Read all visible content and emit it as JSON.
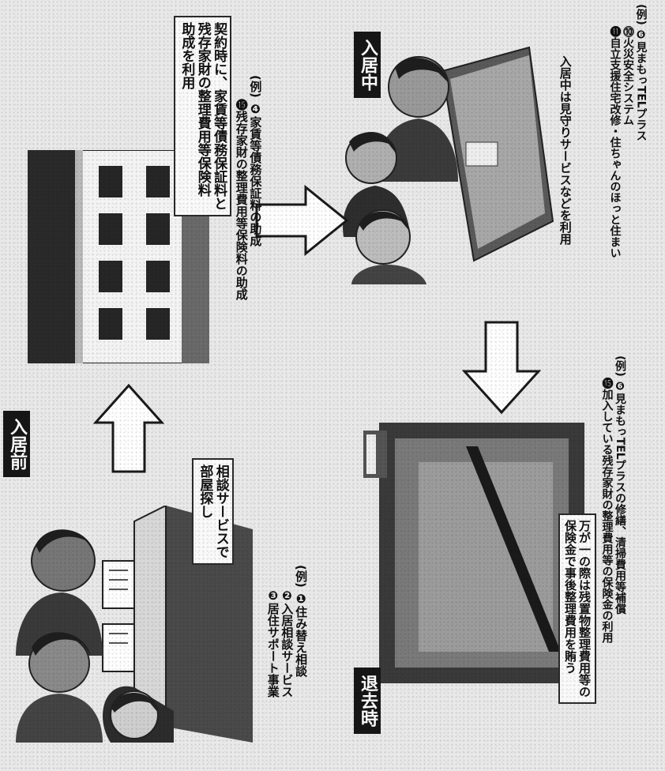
{
  "stages": {
    "before": "入居前",
    "during": "入居中",
    "moveout": "退去時"
  },
  "panel_consult": {
    "box_note": "相談サービスで\n部屋探し",
    "example": "(例) ❶住み替え相談\n　　❷入居相談サービス\n　　❸居住サポート事業"
  },
  "panel_contract": {
    "box_note": "契約時に、家賃等債務保証料と\n残存家財の整理費用等保険料\n助成を利用",
    "example": "(例) ❹家賃等債務保証料の助成\n　　⓯残存家財の整理費用等保険料の助成"
  },
  "panel_living": {
    "note": "入居中は見守りサービスなどを利用",
    "example": "(例) ❻見まもっTELプラス\n　　⓾火災安全システム\n　　⓫自立支援住宅改修・住ちゃんのほっと住まい"
  },
  "panel_moveout": {
    "box_note": "万が一の際は残置物整理費用等の\n保険金で事後整理費用を賄う",
    "example": "(例) ❻見まもっTELプラスの修繕、清掃費用等補償\n　　⓯加入している残存家財の整理費用等の保険金の利用"
  },
  "colors": {
    "background": "#e9e9e9",
    "tag_fill": "#161616",
    "arrow_fill": "#ffffff",
    "outline": "#1a1a1a"
  }
}
